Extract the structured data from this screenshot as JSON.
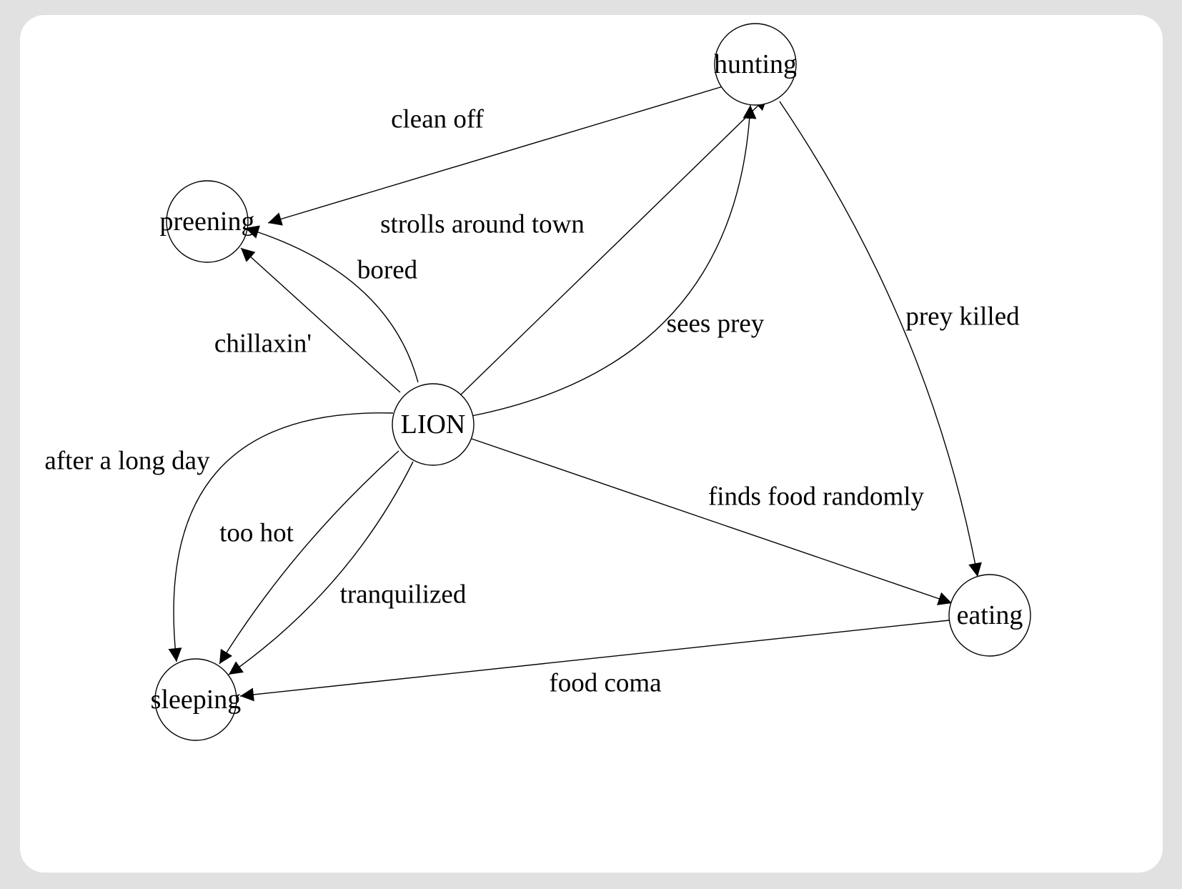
{
  "diagram": {
    "nodes": [
      {
        "id": "lion",
        "label": "LION"
      },
      {
        "id": "hunting",
        "label": "hunting"
      },
      {
        "id": "preening",
        "label": "preening"
      },
      {
        "id": "eating",
        "label": "eating"
      },
      {
        "id": "sleeping",
        "label": "sleeping"
      }
    ],
    "edges": [
      {
        "id": "clean-off",
        "from": "hunting",
        "to": "preening",
        "label": "clean off"
      },
      {
        "id": "strolls-around-town",
        "from": "lion",
        "to": "hunting",
        "label": "strolls around town"
      },
      {
        "id": "sees-prey",
        "from": "lion",
        "to": "hunting",
        "label": "sees prey"
      },
      {
        "id": "bored",
        "from": "lion",
        "to": "preening",
        "label": "bored"
      },
      {
        "id": "chillaxin",
        "from": "lion",
        "to": "preening",
        "label": "chillaxin'"
      },
      {
        "id": "prey-killed",
        "from": "hunting",
        "to": "eating",
        "label": "prey killed"
      },
      {
        "id": "finds-food-randomly",
        "from": "lion",
        "to": "eating",
        "label": "finds food randomly"
      },
      {
        "id": "after-a-long-day",
        "from": "lion",
        "to": "sleeping",
        "label": "after a long day"
      },
      {
        "id": "too-hot",
        "from": "lion",
        "to": "sleeping",
        "label": "too hot"
      },
      {
        "id": "tranquilized",
        "from": "lion",
        "to": "sleeping",
        "label": "tranquilized"
      },
      {
        "id": "food-coma",
        "from": "eating",
        "to": "sleeping",
        "label": "food coma"
      }
    ]
  }
}
